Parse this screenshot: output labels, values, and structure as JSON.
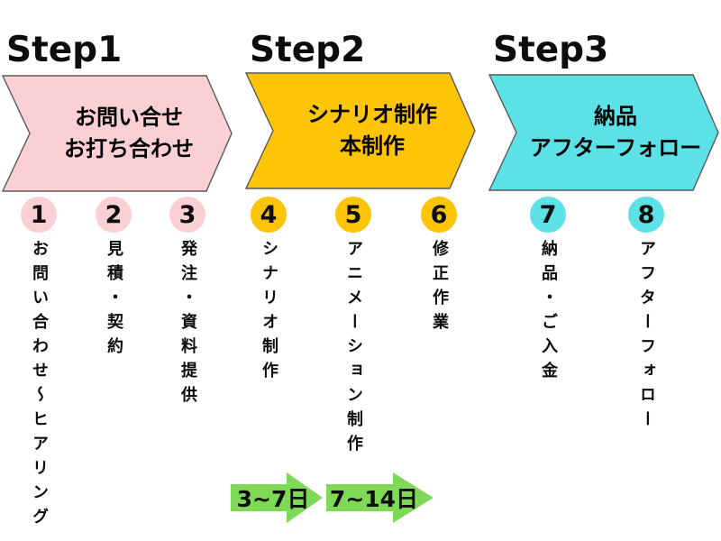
{
  "diagram": {
    "steps": [
      {
        "title": "Step1",
        "banner_lines": [
          "お問い合せ",
          "お打ち合わせ"
        ],
        "color": "#FBD0D4"
      },
      {
        "title": "Step2",
        "banner_lines": [
          "シナリオ制作",
          "本制作"
        ],
        "color": "#FDC408"
      },
      {
        "title": "Step3",
        "banner_lines": [
          "納品",
          "アフターフォロー"
        ],
        "color": "#5CE1E6"
      }
    ],
    "stages": [
      {
        "number": "1",
        "label": "お問い合わせ～ヒアリング",
        "color": "#FBD0D4"
      },
      {
        "number": "2",
        "label": "見積・契約",
        "color": "#FBD0D4"
      },
      {
        "number": "3",
        "label": "発注・資料提供",
        "color": "#FBD0D4"
      },
      {
        "number": "4",
        "label": "シナリオ制作",
        "color": "#FDC408"
      },
      {
        "number": "5",
        "label": "アニメーション制作",
        "color": "#FDC408"
      },
      {
        "number": "6",
        "label": "修正作業",
        "color": "#FDC408"
      },
      {
        "number": "7",
        "label": "納品・ご入金",
        "color": "#5CE1E6"
      },
      {
        "number": "8",
        "label": "アフターフォロー",
        "color": "#5CE1E6"
      }
    ],
    "durations": [
      {
        "label": "3~7日"
      },
      {
        "label": "7~14日"
      }
    ],
    "colors": {
      "pink": "#FBD0D4",
      "yellow": "#FDC408",
      "cyan": "#5CE1E6",
      "green": "#7ED957",
      "outline": "#595959",
      "text": "#000000",
      "background": "#FFFFFF"
    }
  }
}
